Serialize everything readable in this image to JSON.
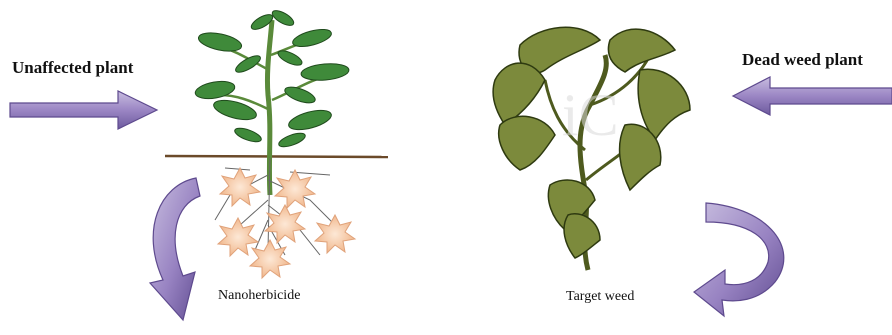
{
  "labels": {
    "unaffected_plant": "Unaffected plant",
    "dead_weed_plant": "Dead weed plant",
    "nanoherbicide": "Nanoherbicide",
    "target_weed": "Target weed"
  },
  "colors": {
    "arrow_fill": "#9b86c4",
    "arrow_dark": "#5e4a8e",
    "healthy_leaf": "#3f8a3a",
    "weed_leaf": "#7c8a3c",
    "soil_line": "#6b4a2a",
    "nano_particle": "#f6c9a6"
  },
  "watermark": "iC"
}
